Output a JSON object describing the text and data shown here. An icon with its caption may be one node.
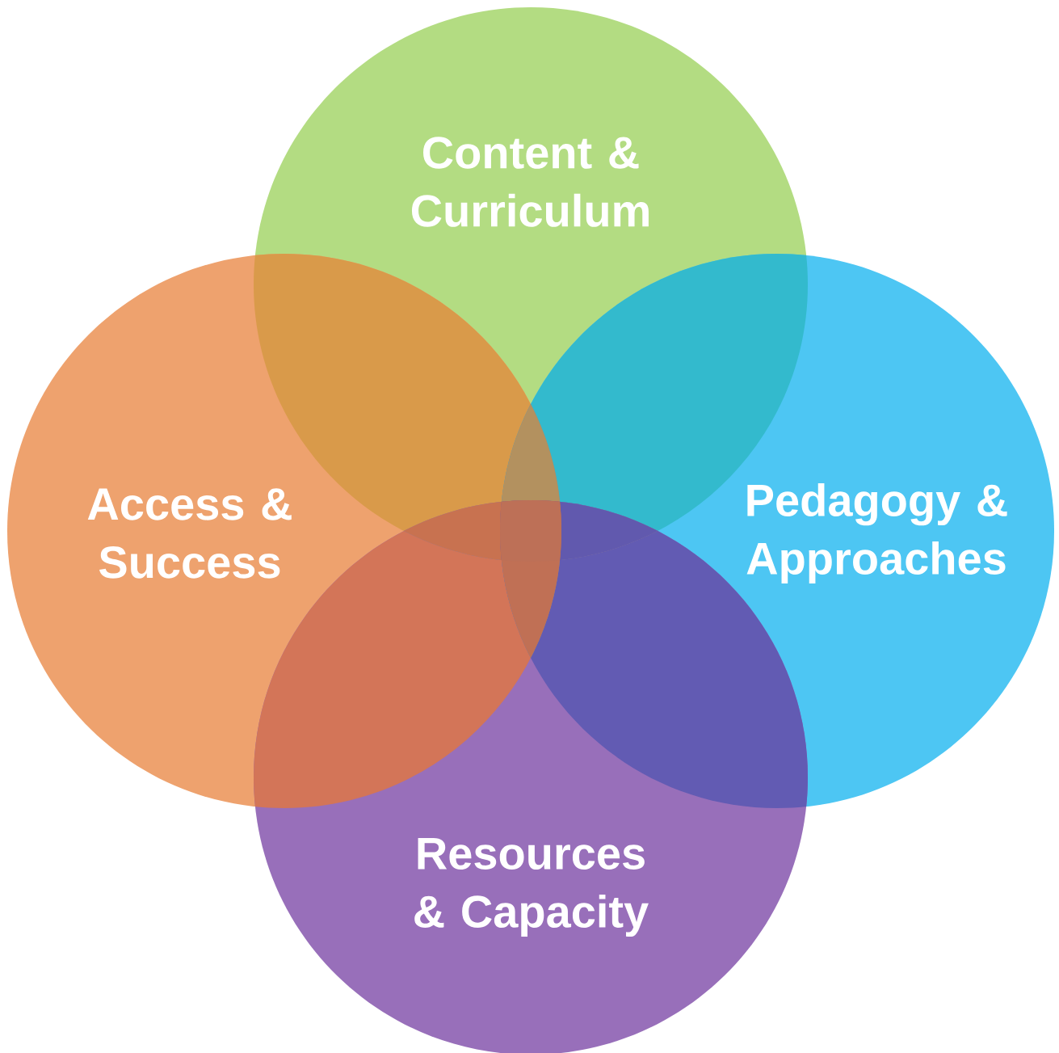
{
  "diagram": {
    "nodes": [
      {
        "text": [
          "Content & Curriculum"
        ]
      },
      {
        "text": [
          "Access & Success"
        ]
      },
      {
        "text": [
          "Pedagogy & Approaches"
        ]
      },
      {
        "text": [
          "Resources & Capacity"
        ]
      }
    ]
  }
}
